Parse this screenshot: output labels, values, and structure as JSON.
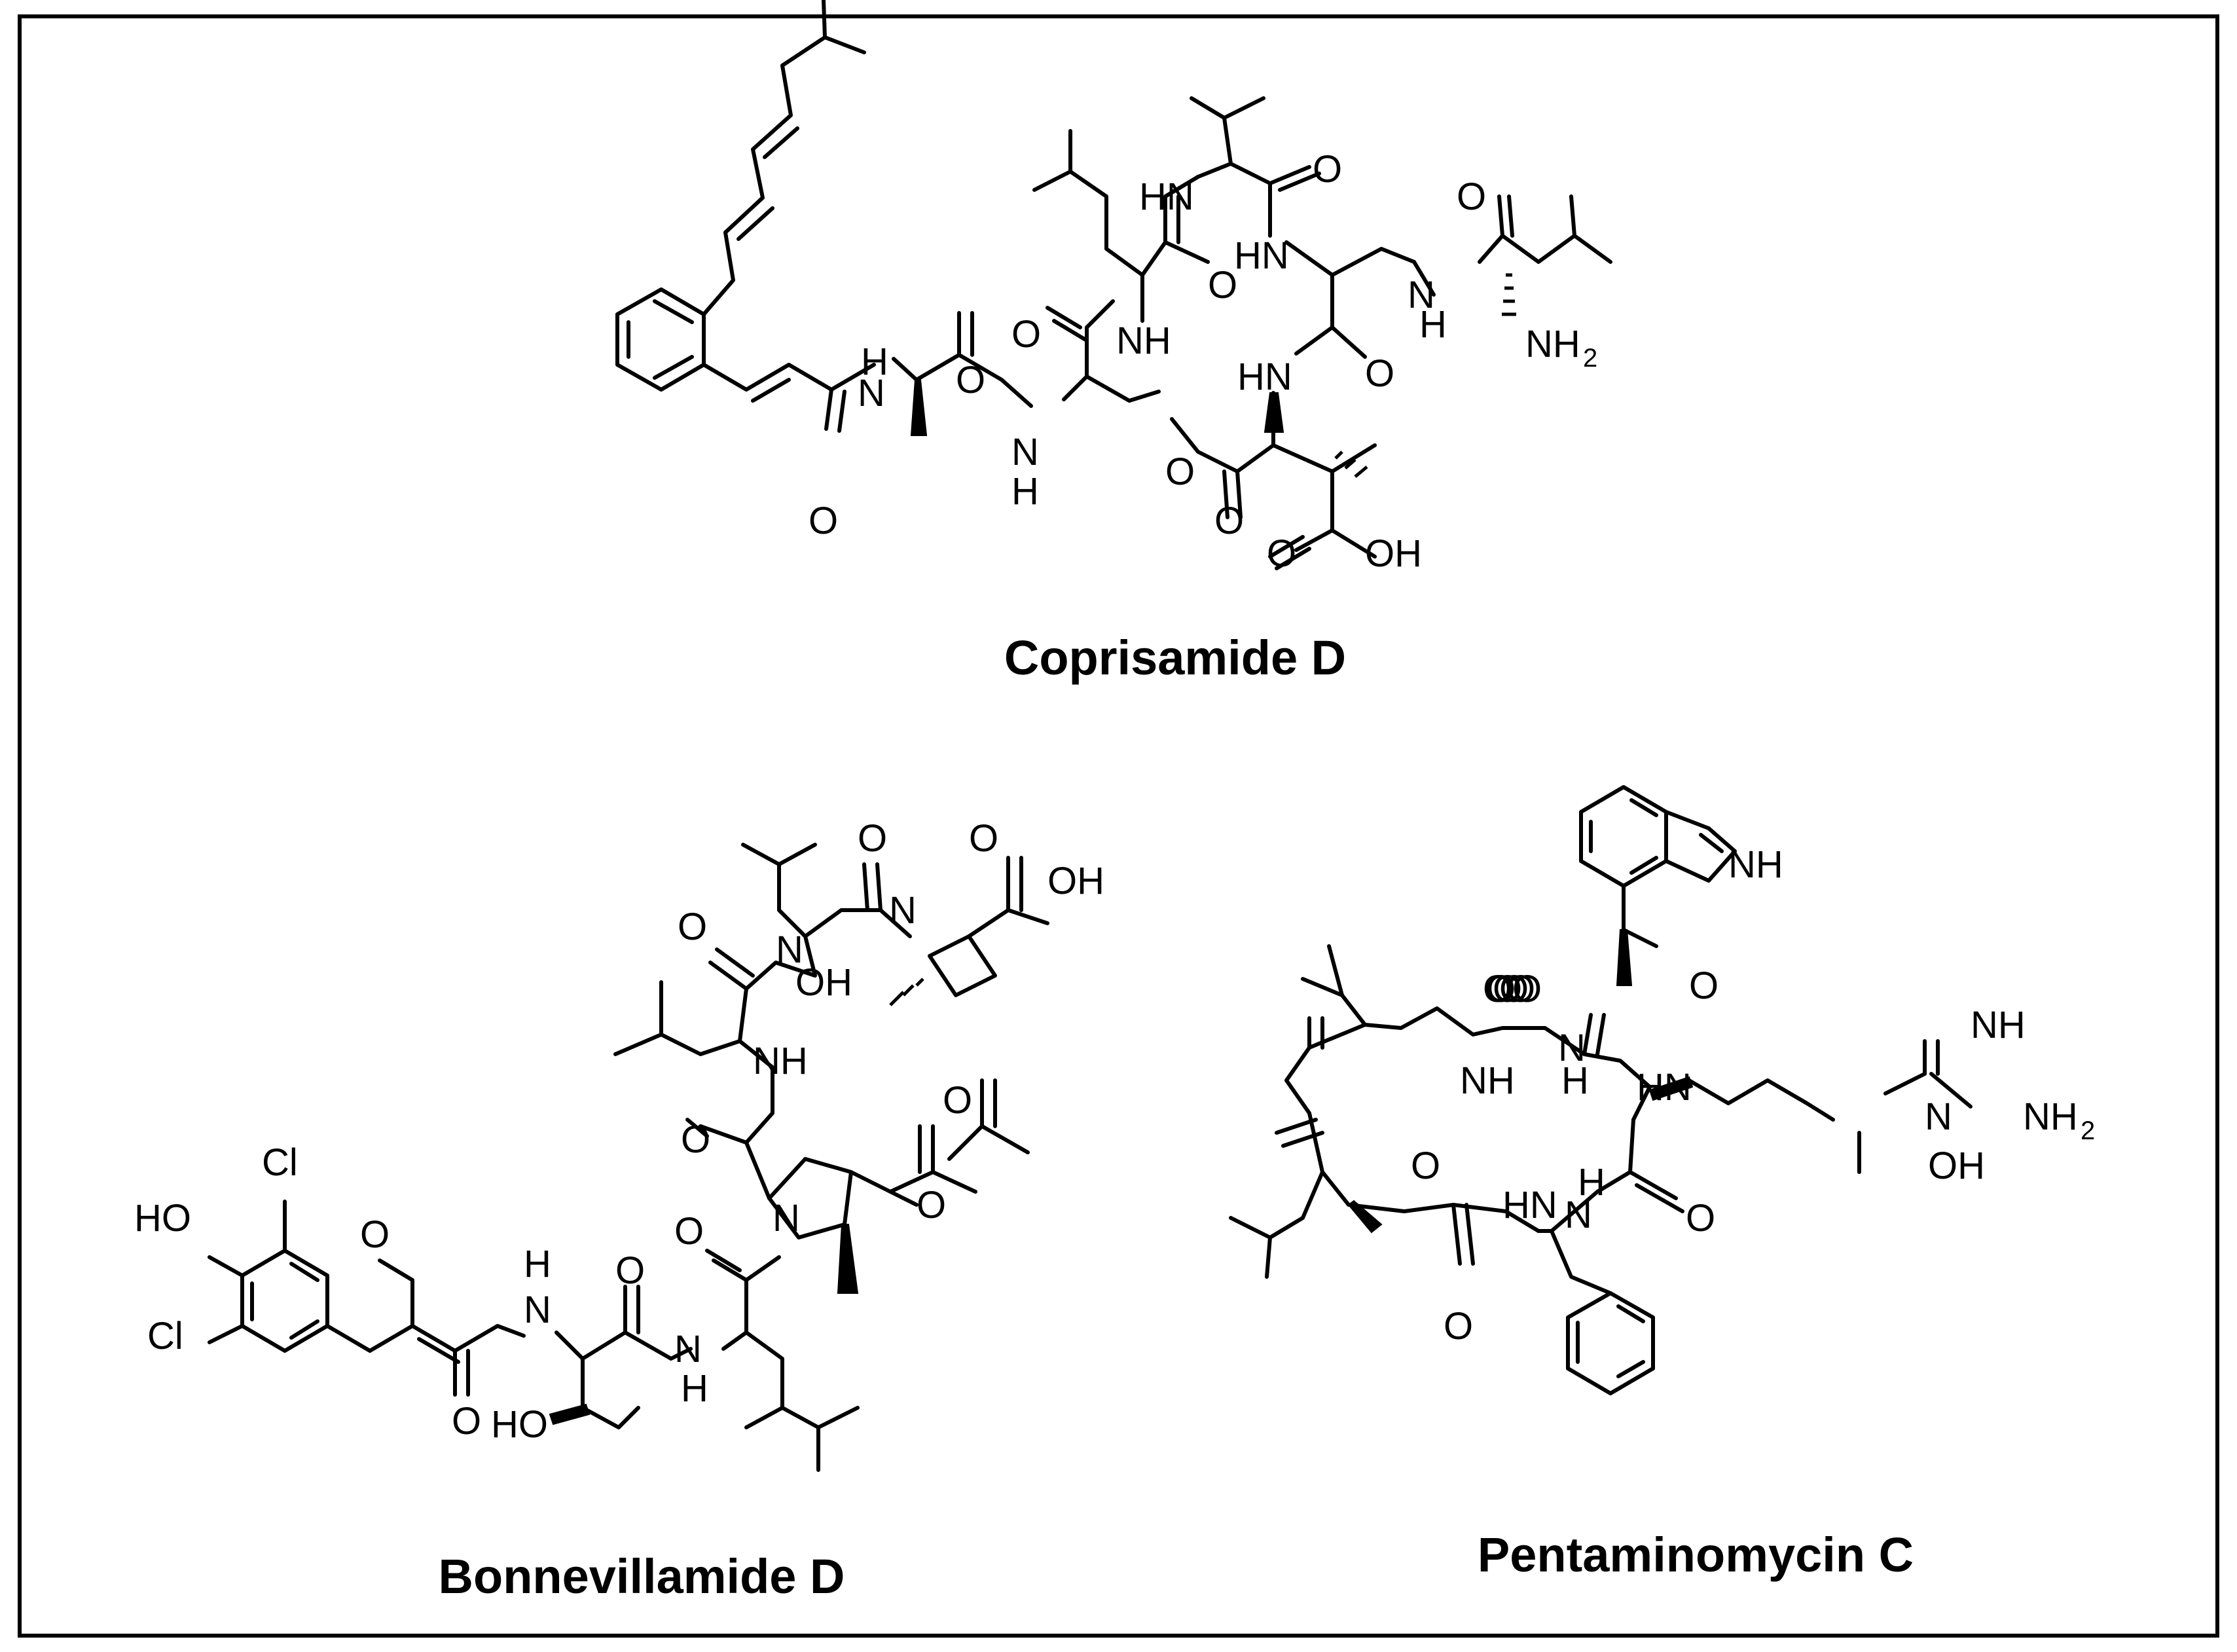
{
  "compounds": [
    {
      "name": "Coprisamide D"
    },
    {
      "name": "Bonnevillamide D"
    },
    {
      "name": "Pentaminomycin C"
    }
  ],
  "atom_labels": {
    "HN": "HN",
    "NH": "NH",
    "N": "N",
    "H": "H",
    "O": "O",
    "OH": "OH",
    "HO": "HO",
    "NH2": "NH",
    "sub2": "2",
    "Cl": "Cl"
  },
  "colors": {
    "line": "#000000",
    "background": "#ffffff"
  }
}
